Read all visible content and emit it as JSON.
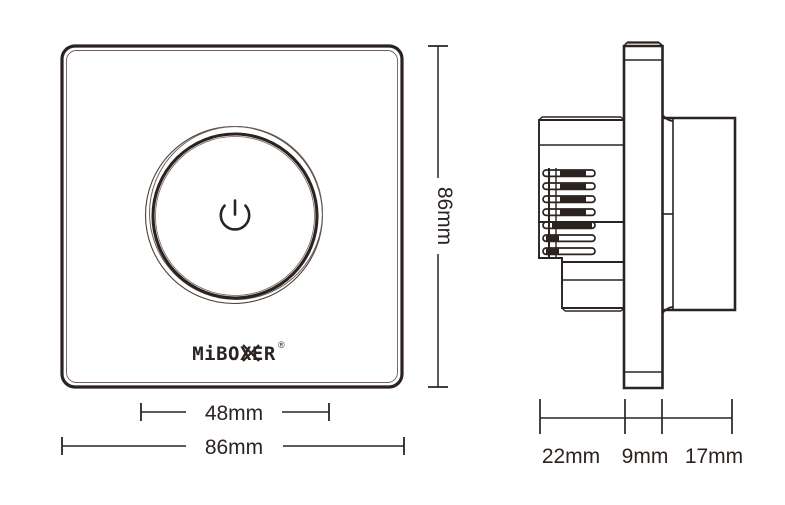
{
  "drawing": {
    "title": "MiBOXER wall panel dimensional drawing",
    "line_color": "#2b2320",
    "background_color": "#ffffff",
    "front_view": {
      "name": "front-view",
      "brand_logo": "MiBOXER",
      "brand_trademark": "®",
      "center_icon": "power-icon",
      "dimensions": {
        "width_label": "86mm",
        "height_label": "86mm",
        "dial_diameter_label": "48mm"
      }
    },
    "side_view": {
      "name": "side-view",
      "segment_labels": [
        "22mm",
        "9mm",
        "17mm"
      ],
      "fin_count": 7
    }
  }
}
